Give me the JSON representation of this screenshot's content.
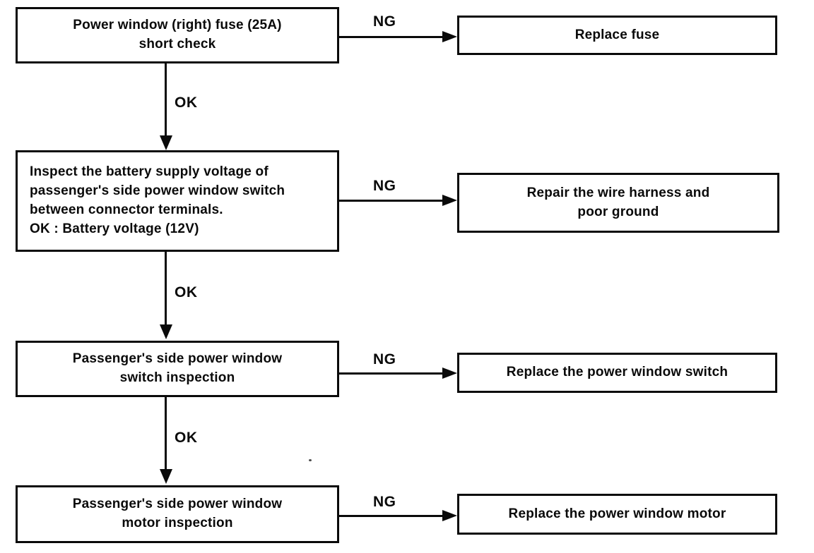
{
  "flow": {
    "steps": [
      {
        "text": "Power window (right) fuse (25A)\nshort check",
        "result_label": "NG",
        "action": "Replace fuse",
        "next_label": "OK"
      },
      {
        "text": "Inspect the battery supply voltage of\npassenger's side power window switch\nbetween connector terminals.\nOK : Battery voltage (12V)",
        "result_label": "NG",
        "action": "Repair the wire harness and\npoor ground",
        "next_label": "OK"
      },
      {
        "text": "Passenger's side power window\nswitch inspection",
        "result_label": "NG",
        "action": "Replace the power window switch",
        "next_label": "OK"
      },
      {
        "text": "Passenger's side power window\nmotor inspection",
        "result_label": "NG",
        "action": "Replace the power window motor"
      }
    ],
    "colors": {
      "line": "#0a0a0a",
      "background": "#ffffff"
    }
  }
}
